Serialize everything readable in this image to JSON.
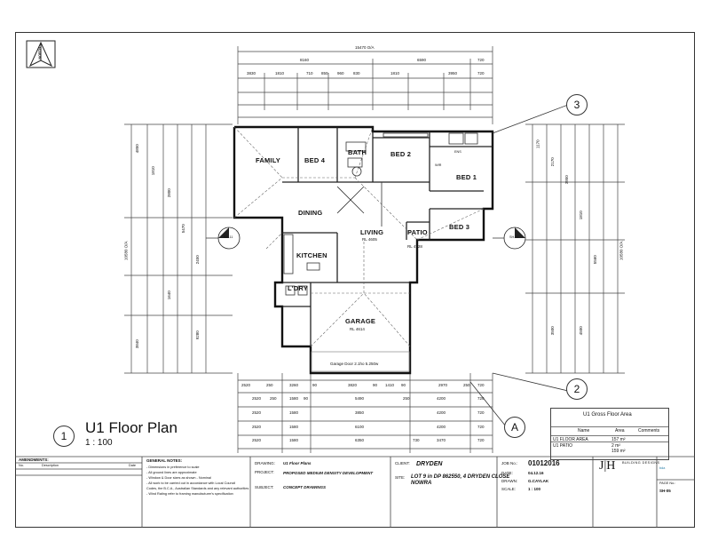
{
  "north": {
    "label": "NORTH"
  },
  "rooms": {
    "family": "FAMILY",
    "bed4": "BED 4",
    "bath": "BATH",
    "bed2": "BED 2",
    "bed1": "BED 1",
    "dining": "DINING",
    "living": "LIVING",
    "patio": "PATIO",
    "bed3": "BED 3",
    "kitchen": "KITCHEN",
    "ldry": "L'DRY",
    "garage": "GARAGE",
    "garage_rl": "RL 4614",
    "living_rl": "RL 4605",
    "patio_rl": "RL 4728",
    "garage_door": "Garage Door 2.1ho 5.250w",
    "wir": "WIR",
    "ens": "ENS"
  },
  "dimensions": {
    "overall_top": "15470 O/A",
    "overall_side": "10580 O/A",
    "top_row1": [
      "8160",
      "6590",
      "720"
    ],
    "top_row2": [
      "3830",
      "1810",
      "710",
      "850",
      "960",
      "830",
      "1810",
      "3950",
      "720"
    ],
    "bottom_row1": [
      "2520",
      "250",
      "3260",
      "90",
      "3820",
      "90",
      "1410",
      "90",
      "2970",
      "250",
      "720"
    ],
    "bottom_row2": [
      "2520",
      "250",
      "1580",
      "90",
      "5490",
      "250",
      "4200",
      "720"
    ],
    "bottom_row3": [
      "2520",
      "1580",
      "3850",
      "4200",
      "720"
    ],
    "bottom_row4": [
      "2520",
      "1580",
      "6100",
      "4200",
      "720"
    ],
    "bottom_row5": [
      "2520",
      "1580",
      "6350",
      "730",
      "3470",
      "720"
    ],
    "left_col": [
      "4850",
      "1810",
      "2800",
      "5470",
      "2450",
      "1640",
      "3840",
      "9280"
    ],
    "right_col": [
      "1170",
      "2170",
      "3950",
      "1810",
      "5560",
      "3500",
      "4500"
    ]
  },
  "markers": {
    "sec3": "3",
    "sec2": "2",
    "secA": "A",
    "sh11_left": "SH-11",
    "sh11_right": "SH-11",
    "plan_no": "1"
  },
  "plan": {
    "title": "U1 Floor Plan",
    "scale": "1 : 100"
  },
  "area_table": {
    "title": "U1 Gross Floor Area",
    "headers": [
      "Name",
      "Area",
      "Comments"
    ],
    "rows": [
      {
        "name": "U1 FLOOR AREA",
        "area": "157 m²"
      },
      {
        "name": "U1 PATIO",
        "area": "2 m²"
      }
    ],
    "total": "159 m²"
  },
  "title_block": {
    "amendments": "AMENDMENTS:",
    "amend_cols": [
      "No.",
      "Description",
      "Date"
    ],
    "general_notes_title": "GENERAL NOTES:",
    "general_notes": [
      "- Dimensions in preference to scale",
      "- All ground lines are approximate",
      "- Window & Door sizes as shown - Nominal",
      "- All work to be carried out in accordance with Local Council",
      "  Codes, the B.C.A., Australian Standards and any relevant authorities",
      "- Wind Rating refer to framing manufacturer's specification"
    ],
    "drawing_label": "DRAWING:",
    "drawing": "U1 Floor Plans",
    "project_label": "PROJECT:",
    "project": "PROPOSED MEDIUM DENSITY DEVELOPMENT",
    "subject_label": "SUBJECT:",
    "subject": "CONCEPT DRAWINGS",
    "client_label": "CLIENT:",
    "client": "DRYDEN",
    "site_label": "SITE:",
    "site": "LOT 9 in DP 862550, 4 DRYDEN CLOSE NOWRA",
    "job_label": "JOB No.:",
    "job": "01012016",
    "date_label": "DATE:",
    "date": "04.12.16",
    "drawn_label": "DRAWN:",
    "drawn": "G.CAYLAK",
    "scale_label": "SCALE:",
    "scale": "1 : 100",
    "company_mark": "J|H",
    "company_name": "BUILDING DESIGNS",
    "page_label": "PAGE No.:",
    "page": "SH-05"
  }
}
